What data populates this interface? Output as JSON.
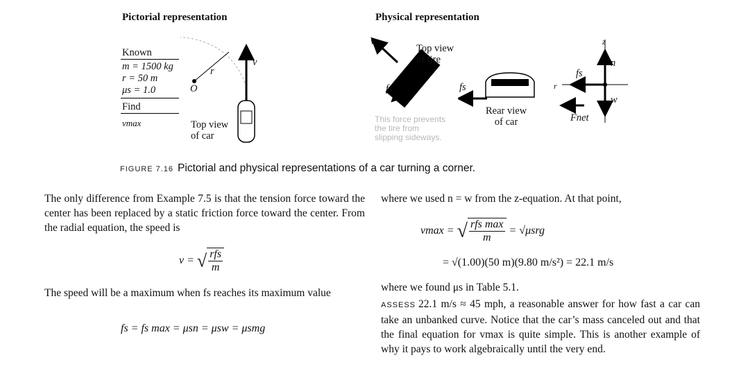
{
  "figure": {
    "pictorial_title": "Pictorial representation",
    "physical_title": "Physical representation",
    "known_heading": "Known",
    "known_m": "m = 1500 kg",
    "known_r": "r = 50 m",
    "known_mu": "μs = 1.0",
    "find_heading": "Find",
    "find_v": "vmax",
    "label_O": "O",
    "label_r": "r",
    "label_v": "v",
    "top_view_car": "Top view\nof car",
    "top_view_tire": "Top view\nof tire",
    "tire_note": "This force prevents\nthe tire from\nslipping sideways.",
    "label_fs": "fs",
    "rear_view_car": "Rear view\nof car",
    "label_z": "z",
    "label_n": "n",
    "label_w": "w",
    "label_Fnet": "Fnet",
    "caption_number": "FIGURE 7.16",
    "caption_text": "Pictorial and physical representations of a car turning a corner."
  },
  "text": {
    "left_p1": "The only difference from Example 7.5 is that the tension force toward the center has been replaced by a static friction force toward the center. From the radial equation, the speed is",
    "left_p2": "The speed will be a maximum when fs reaches its maximum value",
    "right_p1": "where we used n = w from the z-equation. At that point,",
    "right_p2": "where we found μs in Table 5.1.",
    "assess_label": "ASSESS",
    "assess_text": "22.1 m/s ≈ 45 mph, a reasonable answer for how fast a car can take an unbanked curve. Notice that the car’s mass canceled out and that the final equation for vmax is quite simple. This is another example of why it pays to work algebraically until the very end."
  },
  "equations": {
    "eq_v_lhs": "v =",
    "eq_v_num": "rfs",
    "eq_v_den": "m",
    "eq_fs": "fs = fs max = μsn = μsw = μsmg",
    "eq_vmax_lhs": "vmax =",
    "eq_vmax_num": "rfs max",
    "eq_vmax_den": "m",
    "eq_vmax_rhs": "= √μsrg",
    "eq_vmax_value": "= √(1.00)(50 m)(9.80 m/s²) = 22.1 m/s"
  }
}
